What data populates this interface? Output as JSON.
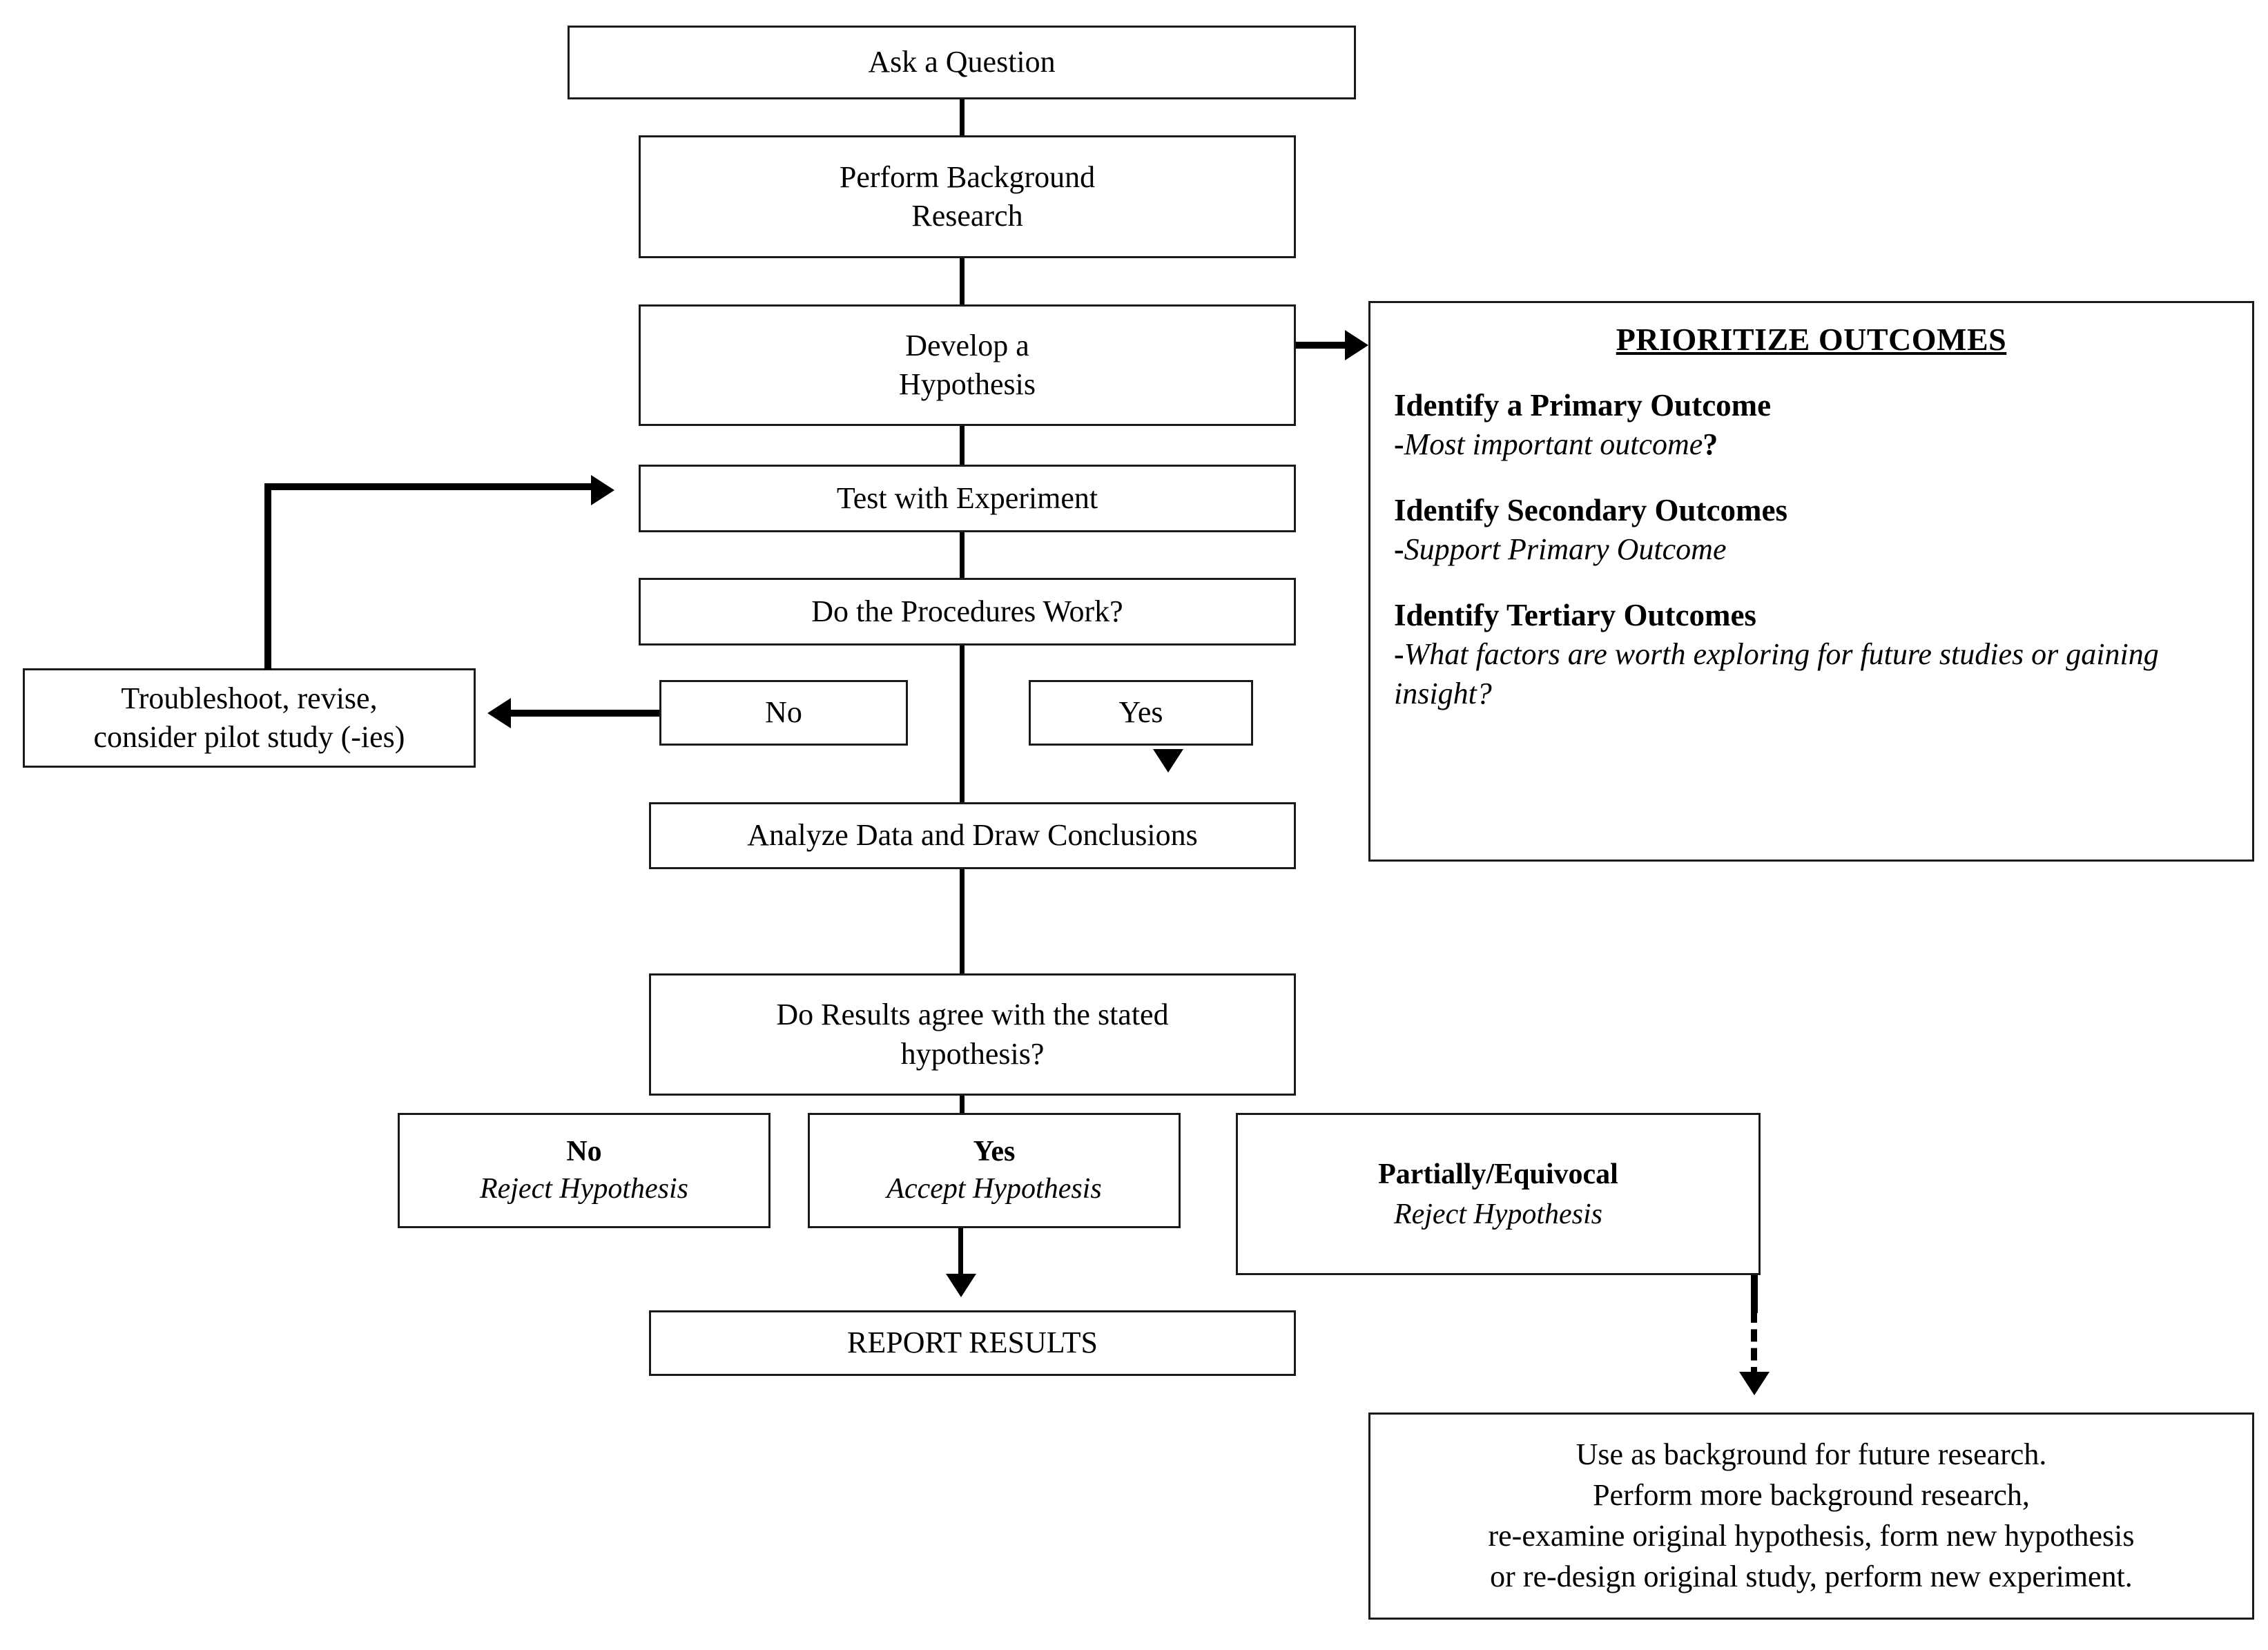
{
  "diagram": {
    "title": "Scientific Method Flowchart with Prioritize Outcomes panel",
    "colors": {
      "line": "#000000",
      "border": "#1a1a1a",
      "background": "#ffffff"
    }
  },
  "nodes": {
    "ask_question": "Ask a Question",
    "background_research_l1": "Perform Background",
    "background_research_l2": "Research",
    "develop_hypothesis_l1": "Develop a",
    "develop_hypothesis_l2": "Hypothesis",
    "test_experiment": "Test with Experiment",
    "procedures_work": "Do the Procedures Work?",
    "procedures_no": "No",
    "procedures_yes": "Yes",
    "troubleshoot_l1": "Troubleshoot, revise,",
    "troubleshoot_l2": "consider pilot study (-ies)",
    "analyze_data": "Analyze Data and Draw Conclusions",
    "results_agree_l1": "Do Results agree with the stated",
    "results_agree_l2": "hypothesis?",
    "outcome_no_head": "No",
    "outcome_no_sub": "Reject Hypothesis",
    "outcome_yes_head": "Yes",
    "outcome_yes_sub": "Accept Hypothesis",
    "outcome_partial_head": "Partially/Equivocal",
    "outcome_partial_sub": "Reject Hypothesis",
    "report_results": "REPORT RESULTS",
    "future_research_l1": "Use as background for future research.",
    "future_research_l2": "Perform more background research,",
    "future_research_l3": "re-examine original hypothesis, form new hypothesis",
    "future_research_l4": "or re-design original study, perform new experiment."
  },
  "panel": {
    "title": "PRIORITIZE OUTCOMES",
    "groups": [
      {
        "head": "Identify a Primary Outcome",
        "dash": "-",
        "sub": "Most important outcome",
        "sub_end": "?"
      },
      {
        "head": "Identify Secondary Outcomes",
        "dash": "-",
        "sub": "Support Primary Outcome",
        "sub_end": ""
      },
      {
        "head": "Identify Tertiary Outcomes",
        "dash": "-",
        "sub": "What factors are worth exploring for future studies or gaining insight?",
        "sub_end": ""
      }
    ]
  }
}
